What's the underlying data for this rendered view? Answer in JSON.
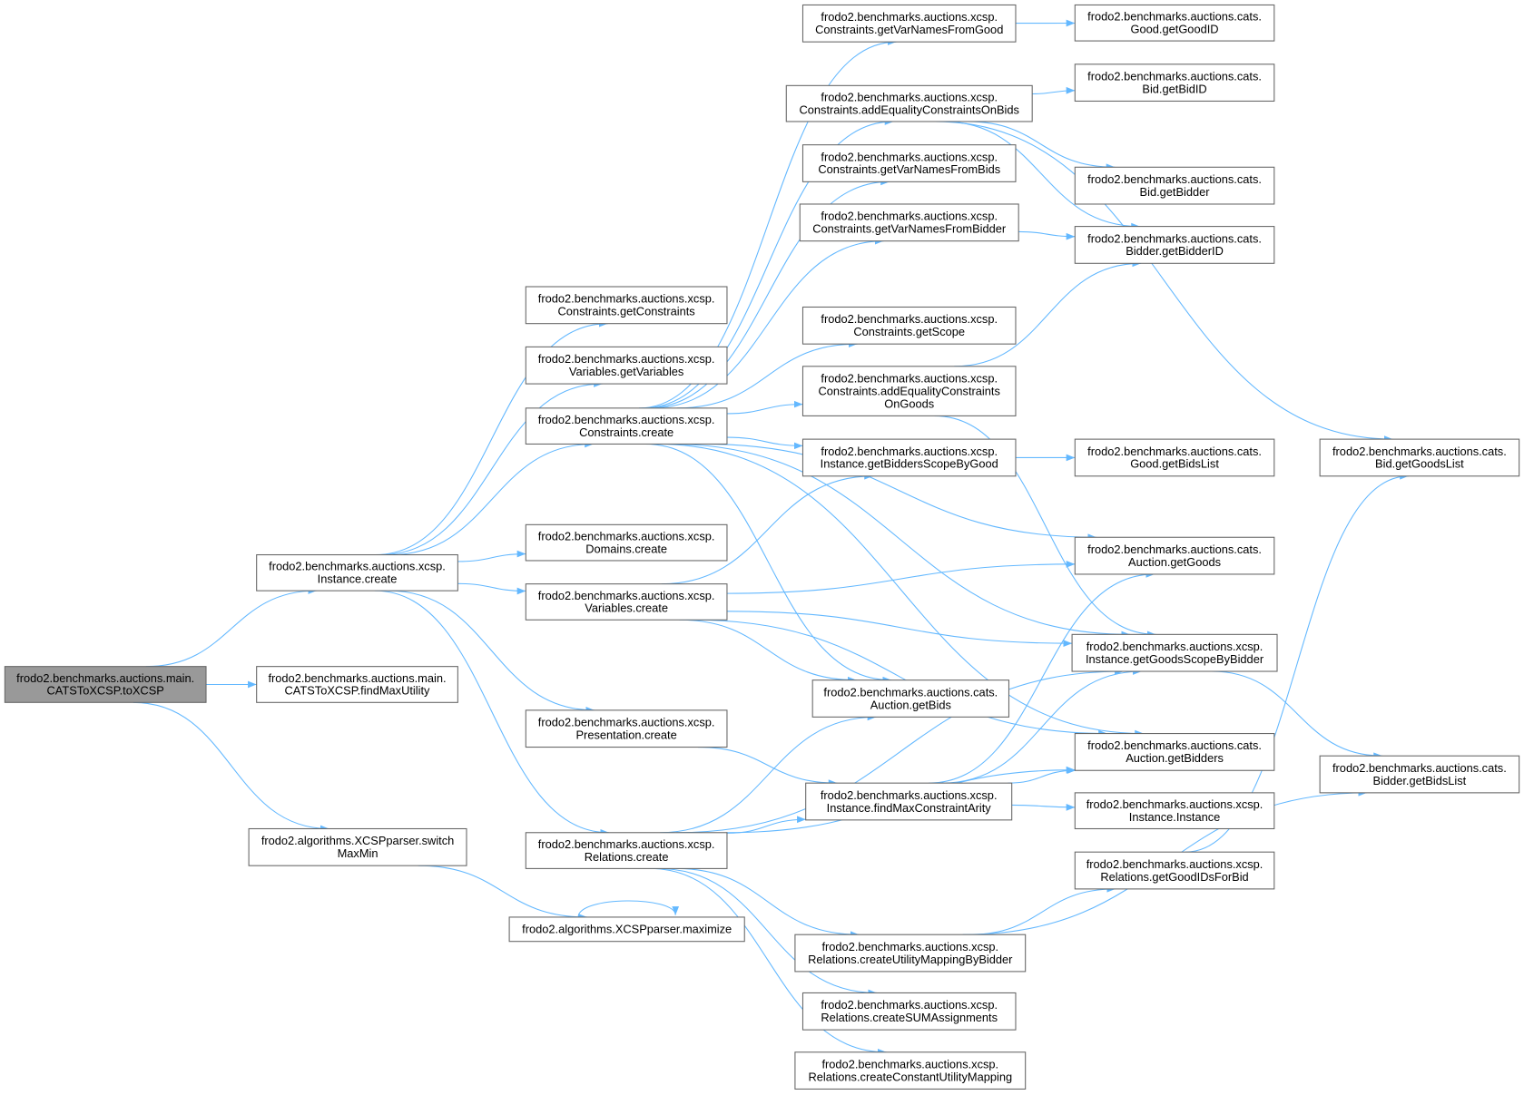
{
  "nodes": {
    "toXCSP": {
      "lines": [
        "frodo2.benchmarks.auctions.main.",
        "CATSToXCSP.toXCSP"
      ],
      "root": true
    },
    "findMaxUtility": {
      "lines": [
        "frodo2.benchmarks.auctions.main.",
        "CATSToXCSP.findMaxUtility"
      ]
    },
    "switchMaxMin": {
      "lines": [
        "frodo2.algorithms.XCSPparser.switch",
        "MaxMin"
      ]
    },
    "instanceCreate": {
      "lines": [
        "frodo2.benchmarks.auctions.xcsp.",
        "Instance.create"
      ]
    },
    "getConstraints": {
      "lines": [
        "frodo2.benchmarks.auctions.xcsp.",
        "Constraints.getConstraints"
      ]
    },
    "getVariables": {
      "lines": [
        "frodo2.benchmarks.auctions.xcsp.",
        "Variables.getVariables"
      ]
    },
    "constraintsCreate": {
      "lines": [
        "frodo2.benchmarks.auctions.xcsp.",
        "Constraints.create"
      ]
    },
    "domainsCreate": {
      "lines": [
        "frodo2.benchmarks.auctions.xcsp.",
        "Domains.create"
      ]
    },
    "variablesCreate": {
      "lines": [
        "frodo2.benchmarks.auctions.xcsp.",
        "Variables.create"
      ]
    },
    "presentationCreate": {
      "lines": [
        "frodo2.benchmarks.auctions.xcsp.",
        "Presentation.create"
      ]
    },
    "relationsCreate": {
      "lines": [
        "frodo2.benchmarks.auctions.xcsp.",
        "Relations.create"
      ]
    },
    "maximize": {
      "lines": [
        "frodo2.algorithms.XCSPparser.maximize"
      ]
    },
    "getVarNamesFromGood": {
      "lines": [
        "frodo2.benchmarks.auctions.xcsp.",
        "Constraints.getVarNamesFromGood"
      ]
    },
    "addEqOnBids": {
      "lines": [
        "frodo2.benchmarks.auctions.xcsp.",
        "Constraints.addEqualityConstraintsOnBids"
      ]
    },
    "getVarNamesFromBids": {
      "lines": [
        "frodo2.benchmarks.auctions.xcsp.",
        "Constraints.getVarNamesFromBids"
      ]
    },
    "getVarNamesFromBidder": {
      "lines": [
        "frodo2.benchmarks.auctions.xcsp.",
        "Constraints.getVarNamesFromBidder"
      ]
    },
    "getScope": {
      "lines": [
        "frodo2.benchmarks.auctions.xcsp.",
        "Constraints.getScope"
      ]
    },
    "addEqOnGoods": {
      "lines": [
        "frodo2.benchmarks.auctions.xcsp.",
        "Constraints.addEqualityConstraints",
        "OnGoods"
      ]
    },
    "getBiddersScopeByGood": {
      "lines": [
        "frodo2.benchmarks.auctions.xcsp.",
        "Instance.getBiddersScopeByGood"
      ]
    },
    "auctionGetBids": {
      "lines": [
        "frodo2.benchmarks.auctions.cats.",
        "Auction.getBids"
      ]
    },
    "findMaxConstraintArity": {
      "lines": [
        "frodo2.benchmarks.auctions.xcsp.",
        "Instance.findMaxConstraintArity"
      ]
    },
    "createUtilityMappingByBidder": {
      "lines": [
        "frodo2.benchmarks.auctions.xcsp.",
        "Relations.createUtilityMappingByBidder"
      ]
    },
    "createSUMAssignments": {
      "lines": [
        "frodo2.benchmarks.auctions.xcsp.",
        "Relations.createSUMAssignments"
      ]
    },
    "createConstantUtilityMapping": {
      "lines": [
        "frodo2.benchmarks.auctions.xcsp.",
        "Relations.createConstantUtilityMapping"
      ]
    },
    "goodGetGoodID": {
      "lines": [
        "frodo2.benchmarks.auctions.cats.",
        "Good.getGoodID"
      ]
    },
    "bidGetBidID": {
      "lines": [
        "frodo2.benchmarks.auctions.cats.",
        "Bid.getBidID"
      ]
    },
    "bidGetBidder": {
      "lines": [
        "frodo2.benchmarks.auctions.cats.",
        "Bid.getBidder"
      ]
    },
    "bidderGetBidderID": {
      "lines": [
        "frodo2.benchmarks.auctions.cats.",
        "Bidder.getBidderID"
      ]
    },
    "goodGetBidsList": {
      "lines": [
        "frodo2.benchmarks.auctions.cats.",
        "Good.getBidsList"
      ]
    },
    "auctionGetGoods": {
      "lines": [
        "frodo2.benchmarks.auctions.cats.",
        "Auction.getGoods"
      ]
    },
    "getGoodsScopeByBidder": {
      "lines": [
        "frodo2.benchmarks.auctions.xcsp.",
        "Instance.getGoodsScopeByBidder"
      ]
    },
    "auctionGetBidders": {
      "lines": [
        "frodo2.benchmarks.auctions.cats.",
        "Auction.getBidders"
      ]
    },
    "instanceInstance": {
      "lines": [
        "frodo2.benchmarks.auctions.xcsp.",
        "Instance.Instance"
      ]
    },
    "getGoodIDsForBid": {
      "lines": [
        "frodo2.benchmarks.auctions.xcsp.",
        "Relations.getGoodIDsForBid"
      ]
    },
    "bidGetGoodsList": {
      "lines": [
        "frodo2.benchmarks.auctions.cats.",
        "Bid.getGoodsList"
      ]
    },
    "bidderGetBidsList": {
      "lines": [
        "frodo2.benchmarks.auctions.cats.",
        "Bidder.getBidsList"
      ]
    }
  },
  "edges": [
    [
      "toXCSP",
      "instanceCreate"
    ],
    [
      "toXCSP",
      "findMaxUtility"
    ],
    [
      "toXCSP",
      "switchMaxMin"
    ],
    [
      "switchMaxMin",
      "maximize"
    ],
    [
      "maximize",
      "maximize"
    ],
    [
      "instanceCreate",
      "getConstraints"
    ],
    [
      "instanceCreate",
      "getVariables"
    ],
    [
      "instanceCreate",
      "constraintsCreate"
    ],
    [
      "instanceCreate",
      "domainsCreate"
    ],
    [
      "instanceCreate",
      "variablesCreate"
    ],
    [
      "instanceCreate",
      "presentationCreate"
    ],
    [
      "instanceCreate",
      "relationsCreate"
    ],
    [
      "constraintsCreate",
      "getVarNamesFromGood"
    ],
    [
      "constraintsCreate",
      "addEqOnBids"
    ],
    [
      "constraintsCreate",
      "getVarNamesFromBids"
    ],
    [
      "constraintsCreate",
      "getVarNamesFromBidder"
    ],
    [
      "constraintsCreate",
      "getScope"
    ],
    [
      "constraintsCreate",
      "addEqOnGoods"
    ],
    [
      "constraintsCreate",
      "getBiddersScopeByGood"
    ],
    [
      "constraintsCreate",
      "auctionGetGoods"
    ],
    [
      "constraintsCreate",
      "getGoodsScopeByBidder"
    ],
    [
      "constraintsCreate",
      "auctionGetBids"
    ],
    [
      "constraintsCreate",
      "auctionGetBidders"
    ],
    [
      "variablesCreate",
      "getBiddersScopeByGood"
    ],
    [
      "variablesCreate",
      "auctionGetGoods"
    ],
    [
      "variablesCreate",
      "getGoodsScopeByBidder"
    ],
    [
      "variablesCreate",
      "auctionGetBids"
    ],
    [
      "variablesCreate",
      "auctionGetBidders"
    ],
    [
      "presentationCreate",
      "findMaxConstraintArity"
    ],
    [
      "relationsCreate",
      "auctionGetBids"
    ],
    [
      "relationsCreate",
      "findMaxConstraintArity"
    ],
    [
      "relationsCreate",
      "getGoodsScopeByBidder"
    ],
    [
      "relationsCreate",
      "auctionGetBidders"
    ],
    [
      "relationsCreate",
      "createUtilityMappingByBidder"
    ],
    [
      "relationsCreate",
      "createSUMAssignments"
    ],
    [
      "relationsCreate",
      "createConstantUtilityMapping"
    ],
    [
      "getVarNamesFromGood",
      "goodGetGoodID"
    ],
    [
      "addEqOnBids",
      "bidGetBidID"
    ],
    [
      "addEqOnBids",
      "bidGetBidder"
    ],
    [
      "addEqOnBids",
      "bidderGetBidderID"
    ],
    [
      "addEqOnBids",
      "bidGetGoodsList"
    ],
    [
      "getVarNamesFromBidder",
      "bidderGetBidderID"
    ],
    [
      "addEqOnGoods",
      "bidderGetBidderID"
    ],
    [
      "addEqOnGoods",
      "getGoodsScopeByBidder"
    ],
    [
      "getBiddersScopeByGood",
      "goodGetBidsList"
    ],
    [
      "findMaxConstraintArity",
      "auctionGetGoods"
    ],
    [
      "findMaxConstraintArity",
      "getGoodsScopeByBidder"
    ],
    [
      "findMaxConstraintArity",
      "auctionGetBidders"
    ],
    [
      "findMaxConstraintArity",
      "instanceInstance"
    ],
    [
      "getGoodsScopeByBidder",
      "bidderGetBidsList"
    ],
    [
      "getGoodIDsForBid",
      "bidGetGoodsList"
    ],
    [
      "createUtilityMappingByBidder",
      "getGoodIDsForBid"
    ],
    [
      "createUtilityMappingByBidder",
      "bidderGetBidsList"
    ]
  ],
  "colors": {
    "edge": "#63b8ff",
    "root_fill": "#999999",
    "border": "#666666"
  }
}
